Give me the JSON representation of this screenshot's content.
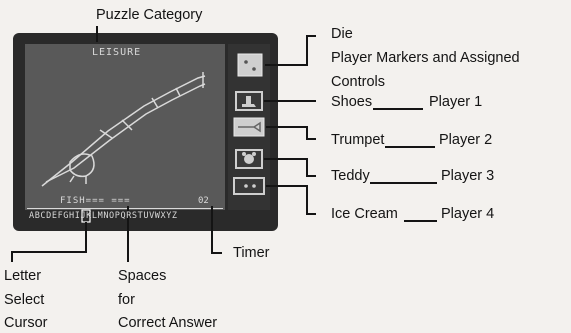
{
  "colors": {
    "page": "#f3f1ee",
    "tv": "#2a2a2a",
    "screen": "#595959",
    "ink": "#141414",
    "screen_text": "#d9d9d9",
    "marker": "#cfcfcf"
  },
  "screen": {
    "category": "LEISURE",
    "word_line": "FISH=== ===",
    "timer_value": "02",
    "alphabet": "ABCDEFGHIJKLMNOPQRSTUVWXYZ"
  },
  "callouts": {
    "puzzle_category": "Puzzle Category",
    "die": "Die",
    "player_markers_line1": "Player Markers and Assigned",
    "player_markers_line2": "Controls",
    "letter_select_line1": "Letter",
    "letter_select_line2": "Select",
    "letter_select_line3": "Cursor",
    "spaces_line1": "Spaces",
    "spaces_line2": "for",
    "spaces_line3": "Correct Answer",
    "timer": "Timer"
  },
  "markers": [
    {
      "name": "Shoes",
      "player": "Player 1",
      "icon": "shoe-icon"
    },
    {
      "name": "Trumpet",
      "player": "Player 2",
      "icon": "trumpet-icon"
    },
    {
      "name": "Teddy",
      "player": "Player 3",
      "icon": "teddy-icon"
    },
    {
      "name": "Ice Cream",
      "player": "Player 4",
      "icon": "ice-cream-icon"
    }
  ]
}
